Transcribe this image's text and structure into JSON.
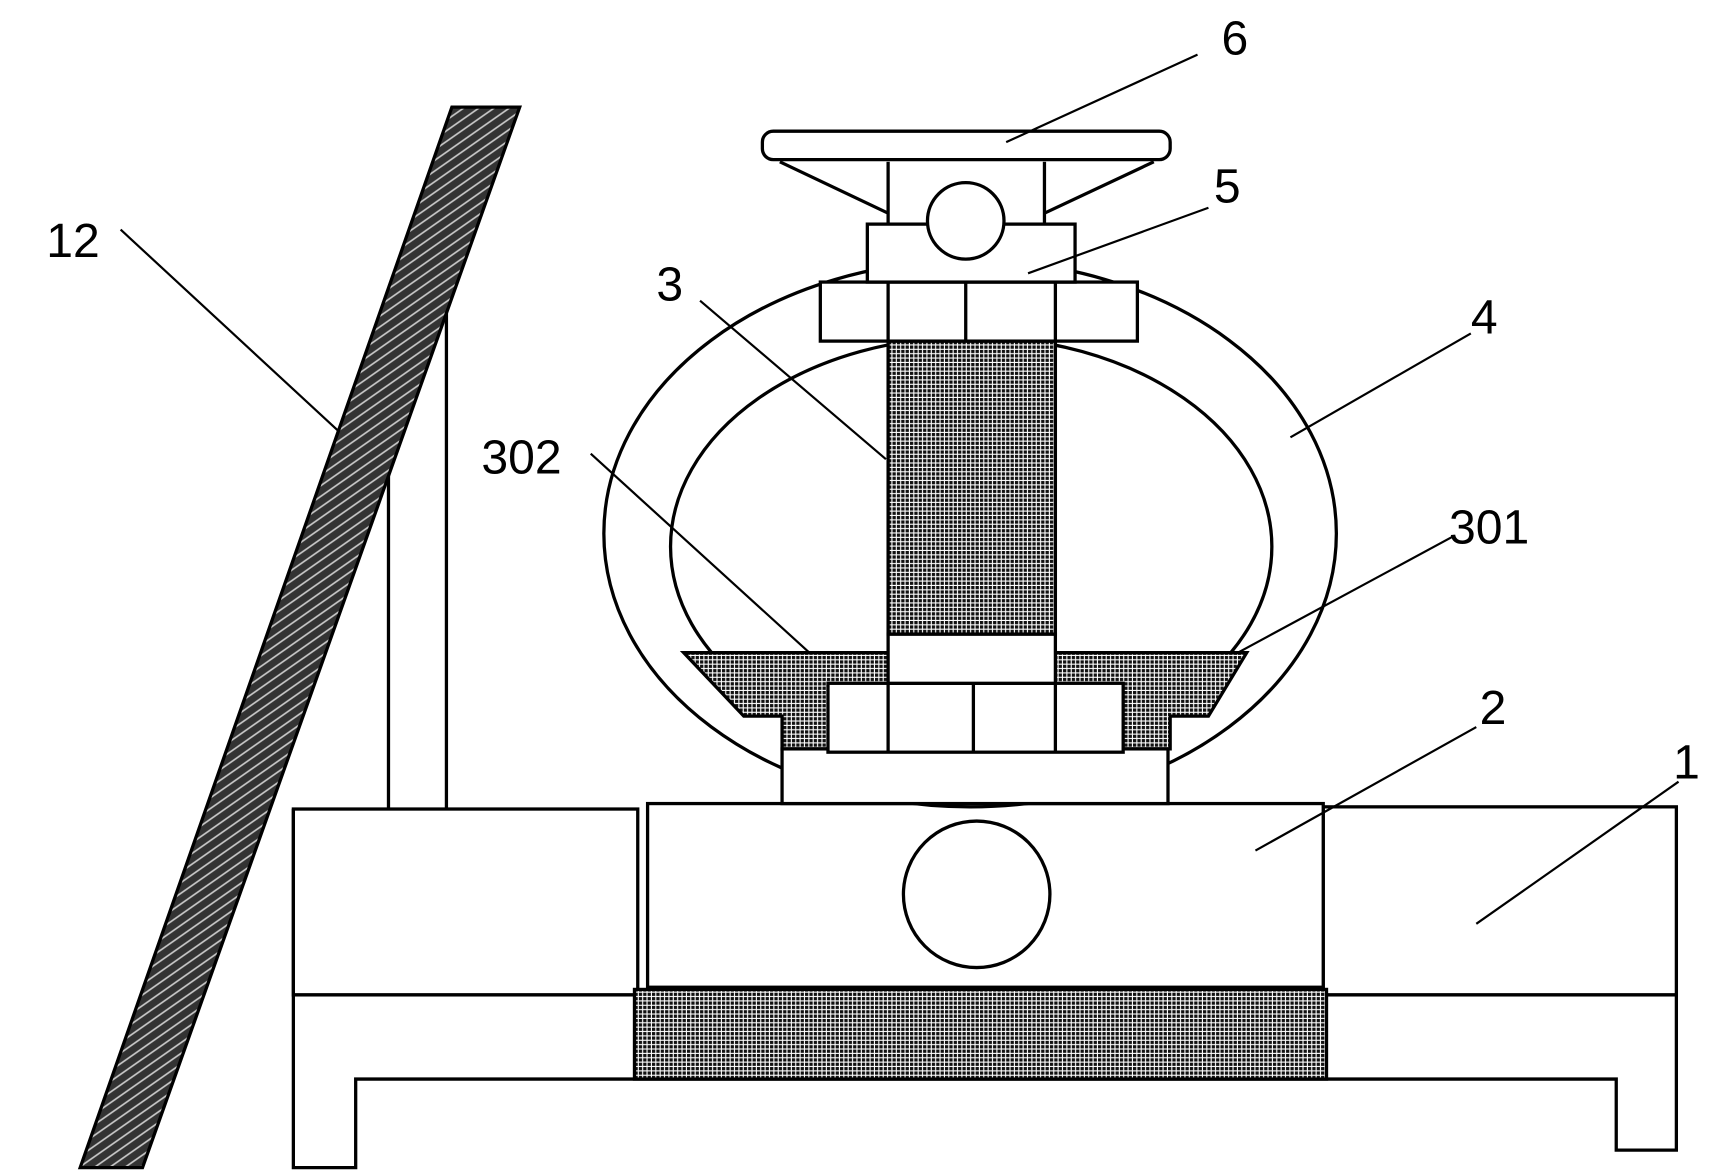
{
  "labels": {
    "part_1": "1",
    "part_2": "2",
    "part_3": "3",
    "part_301": "301",
    "part_302": "302",
    "part_4": "4",
    "part_5": "5",
    "part_6": "6",
    "part_12": "12"
  },
  "colors": {
    "line": "#000000",
    "background": "#ffffff",
    "hatch": "#222222"
  }
}
